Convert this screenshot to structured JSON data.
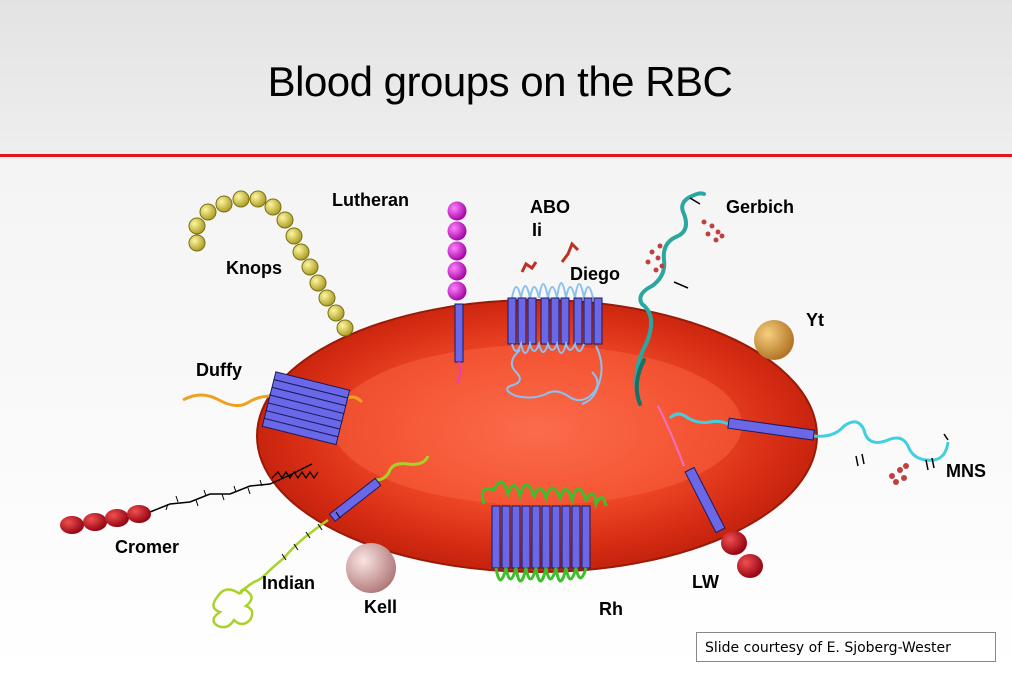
{
  "title": "Blood groups on the RBC",
  "labels": {
    "lutheran": "Lutheran",
    "abo": "ABO",
    "ii": "Ii",
    "gerbich": "Gerbich",
    "knops": "Knops",
    "diego": "Diego",
    "yt": "Yt",
    "duffy": "Duffy",
    "mns": "MNS",
    "cromer": "Cromer",
    "indian": "Indian",
    "kell": "Kell",
    "lw": "LW",
    "rh": "Rh"
  },
  "credit": "Slide courtesy of E. Sjoberg-Wester",
  "colors": {
    "rule": "#e01a1a",
    "membrane": "#d32a12",
    "protein_bar": "#6a68e6",
    "knops_bead": "#d8d060",
    "lutheran_bead": "#d820d8",
    "rh_loops": "#3cbf2a",
    "indian_chain": "#a8d22a",
    "duffy_chain": "#f0a020",
    "mns_chain": "#3fd0e0",
    "gerbich_chain": "#2aa8a0",
    "diego_loops": "#8cc0f0",
    "cromer_beads": "#c01820",
    "lw_beads": "#c01820",
    "kell_sphere": "#e2b0b0",
    "yt_sphere": "#d8a050"
  }
}
